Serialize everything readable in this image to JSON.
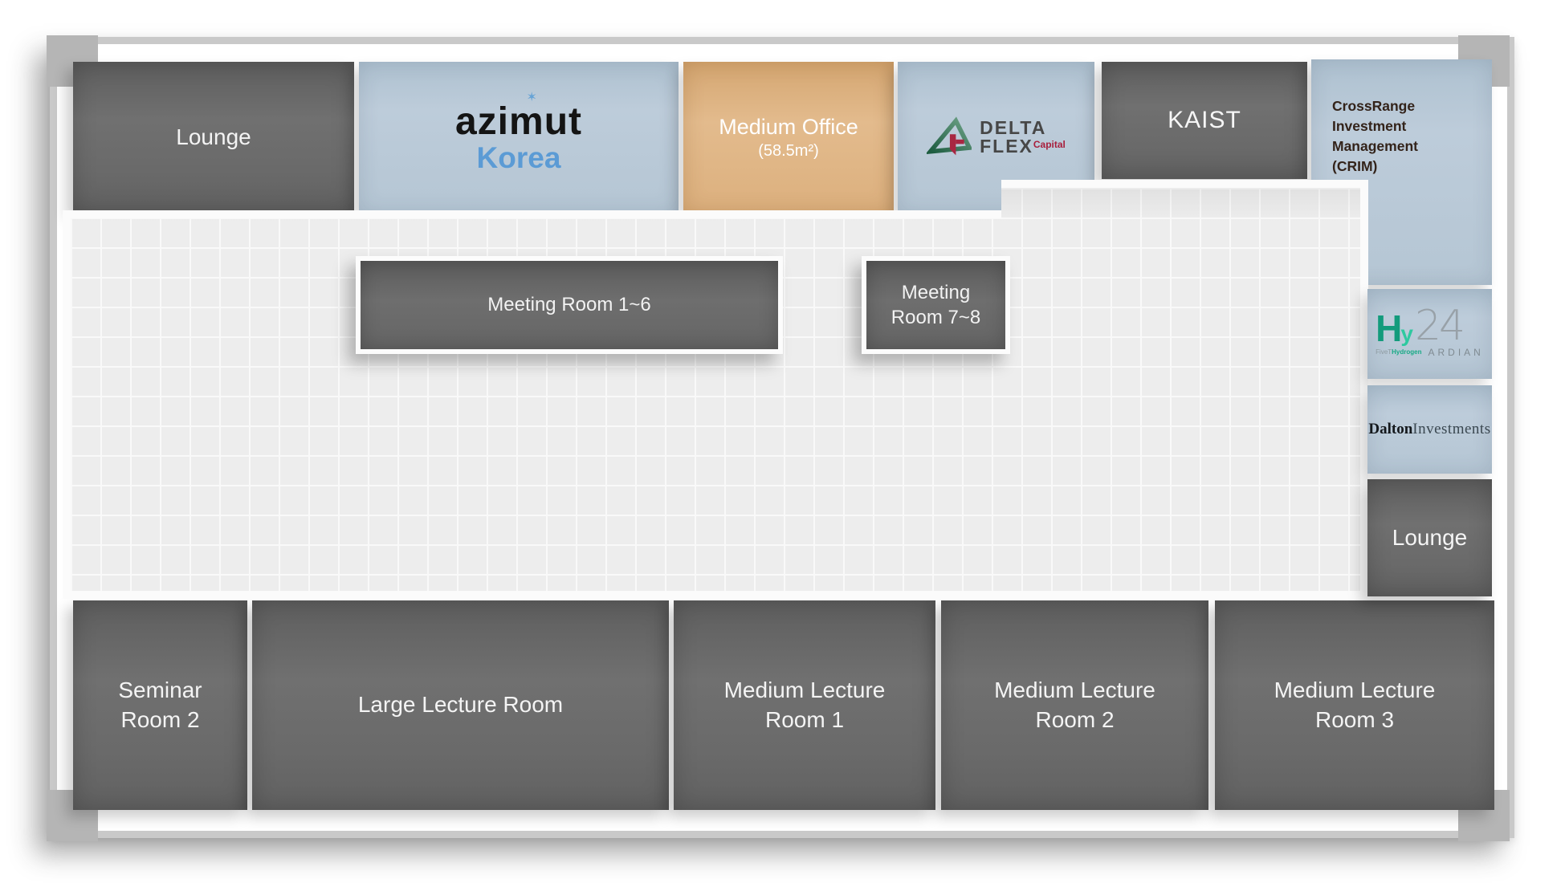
{
  "top_row": {
    "lounge_left": {
      "label": "Lounge"
    },
    "azimut": {
      "name": "azimut",
      "country": "Korea",
      "star": "✶"
    },
    "medium_office": {
      "title": "Medium Office",
      "area": "(58.5m²)"
    },
    "delta_flex": {
      "word1": "DELTA",
      "word2": "FLEX",
      "suffix": "Capital"
    },
    "kaist": {
      "label": "KAIST"
    },
    "crim": {
      "line1": "CrossRange",
      "line2": "Investment Management",
      "line3": "(CRIM)"
    }
  },
  "right_column": {
    "hy24": {
      "h": "H",
      "y": "y",
      "number": "24",
      "fivet_prefix": "FiveT",
      "fivet_suffix": "Hydrogen",
      "ardian": "ARDIAN"
    },
    "dalton": {
      "bold": "Dalton",
      "regular": "Investments"
    },
    "lounge_right": {
      "label": "Lounge"
    }
  },
  "meeting_rooms": {
    "room_1_6": {
      "label": "Meeting Room 1~6"
    },
    "room_7_8": {
      "line1": "Meeting",
      "line2": "Room 7~8"
    }
  },
  "bottom_row": [
    {
      "line1": "Seminar",
      "line2": "Room 2"
    },
    {
      "line1": "Large Lecture Room"
    },
    {
      "line1": "Medium Lecture",
      "line2": "Room 1"
    },
    {
      "line1": "Medium Lecture",
      "line2": "Room 2"
    },
    {
      "line1": "Medium Lecture",
      "line2": "Room 3"
    }
  ],
  "colors": {
    "dark_room": "#686868",
    "light_blue": "#b8c8d6",
    "tan_office": "#ddb183",
    "floor": "#ededed",
    "frame_gray": "#c9c9c9",
    "corner_gray": "#b5b5b5",
    "delta_red": "#a81e3c",
    "delta_green": "#2d6a4f",
    "hy24_teal": "#17aa85",
    "korea_blue": "#5b9bd5",
    "crim_text": "#33231a"
  }
}
